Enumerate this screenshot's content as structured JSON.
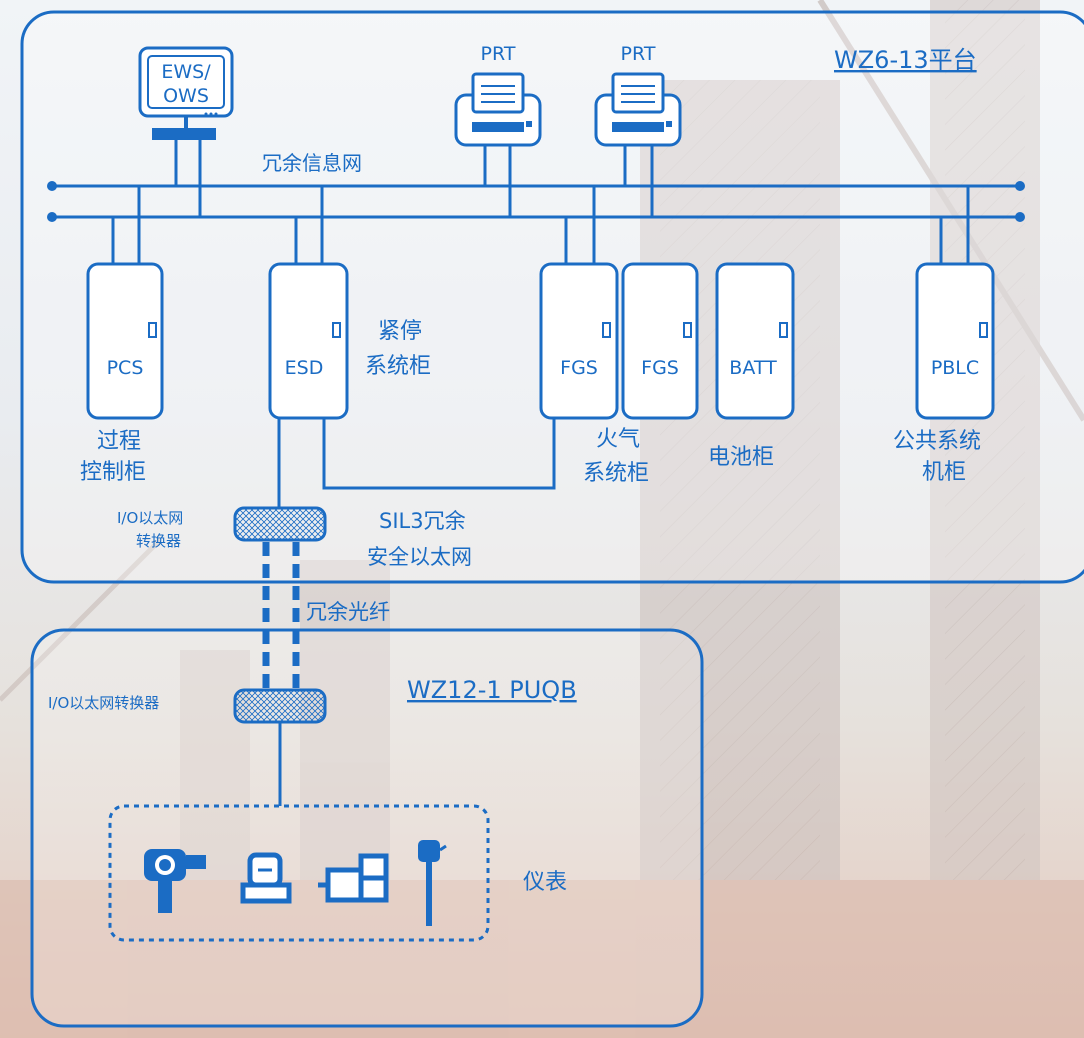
{
  "platform_title": "WZ6-13平台",
  "remote_title": "WZ12-1  PUQB",
  "network_label": "冗余信息网",
  "workstation_label": [
    "EWS/",
    "OWS"
  ],
  "printers": [
    "PRT",
    "PRT"
  ],
  "cabinets": {
    "pcs": "PCS",
    "esd": "ESD",
    "fgs1": "FGS",
    "fgs2": "FGS",
    "batt": "BATT",
    "pblc": "PBLC"
  },
  "captions": {
    "pcs": [
      "过程",
      "控制柜"
    ],
    "esd": [
      "紧停",
      "系统柜"
    ],
    "fgs": [
      "火气",
      "系统柜"
    ],
    "batt": [
      "电池柜"
    ],
    "pblc": [
      "公共系统",
      "机柜"
    ]
  },
  "converter_top": [
    "I/O以太网",
    "转换器"
  ],
  "sil3_label": [
    "SIL3冗余",
    "安全以太网"
  ],
  "fiber_label": "冗余光纤",
  "converter_bottom": "I/O以太网转换器",
  "instruments_label": "仪表",
  "colors": {
    "accent": "#1b6cc4",
    "panel_bg": "#ffffff"
  },
  "icons": [
    "workstation-icon",
    "printer-icon",
    "cabinet-icon",
    "ethernet-converter-icon",
    "pressure-transmitter-icon",
    "flow-meter-icon",
    "valve-actuator-icon",
    "temperature-sensor-icon"
  ]
}
